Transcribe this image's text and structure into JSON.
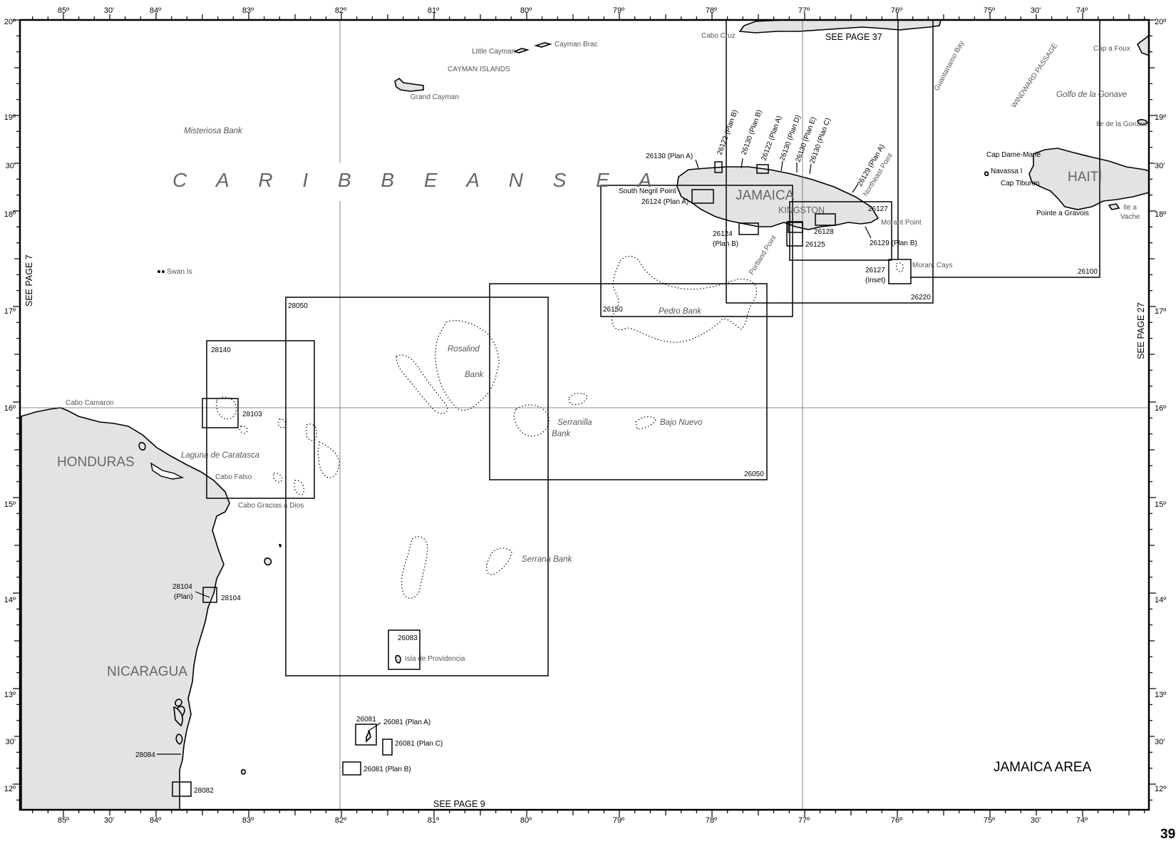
{
  "map_title": "JAMAICA AREA",
  "page_number": "39",
  "see_pages": {
    "left": "SEE PAGE 7",
    "right": "SEE PAGE 27",
    "top": "SEE PAGE 37",
    "bottom": "SEE PAGE 9"
  },
  "sea": "C A R I B B E A N   S E A",
  "countries": {
    "honduras": "HONDURAS",
    "nicaragua": "NICARAGUA",
    "jamaica": "JAMAICA",
    "haiti": "HAITI",
    "kingston": "KINGSTON"
  },
  "longitude_labels": [
    "85º",
    "30'",
    "84º",
    "83º",
    "82º",
    "81º",
    "80º",
    "79º",
    "78º",
    "77º",
    "76º",
    "75º",
    "30'",
    "74º"
  ],
  "latitude_labels": [
    "20º",
    "19º",
    "30'",
    "18º",
    "17º",
    "16º",
    "15º",
    "14º",
    "13º",
    "30'",
    "12º"
  ],
  "place_names": {
    "little_cayman": "Little Cayman",
    "cayman_brac": "Cayman Brac",
    "cayman_islands": "CAYMAN ISLANDS",
    "grand_cayman": "Grand Cayman",
    "cabo_cruz": "Cabo Cruz",
    "cap_a_foux": "Cap a Foux",
    "ile_de_la_gonave": "Ile de la Gonave",
    "cap_dame_marie": "Cap Dame-Marie",
    "navassa": "Navassa I",
    "cap_tiburon": "Cap Tiburon",
    "pointe_a_gravois": "Pointe a Gravois",
    "ile_a_vache_1": "Ile a",
    "ile_a_vache_2": "Vache",
    "south_negril": "South Negril Point",
    "morant_point": "Morant Point",
    "morant_cays": "Morant Cays",
    "northeast_point": "Northeast Point",
    "portland_point": "Portland Point",
    "swan_is": "Swan Is",
    "cabo_camaron": "Cabo Camaron",
    "cabo_falso": "Cabo Falso",
    "cabo_gracias": "Cabo Gracias a Dios",
    "isla_providencia": "Isla de Providencia"
  },
  "water_features": {
    "misteriosa": "Misteriosa Bank",
    "pedro": "Pedro Bank",
    "rosalind_1": "Rosalind",
    "rosalind_2": "Bank",
    "serranilla_1": "Serranilla",
    "serranilla_2": "Bank",
    "bajo_nuevo": "Bajo Nuevo",
    "serrana": "Serrana Bank",
    "laguna": "Laguna de Caratasca",
    "golfo_gonave": "Golfo de la Gonave",
    "windward": "WINDWARD PASSAGE",
    "guantanamo": "Guantanamo Bay"
  },
  "chart_labels": {
    "c28050": "28050",
    "c28140": "28140",
    "c28103": "28103",
    "c28104": "28104",
    "c28104_plan_1": "28104",
    "c28104_plan_2": "(Plan)",
    "c28084": "28084",
    "c28082": "28082",
    "c26083": "26083",
    "c26081": "26081",
    "c26081a": "26081 (Plan A)",
    "c26081c": "26081 (Plan C)",
    "c26081b": "26081 (Plan B)",
    "c26050": "26050",
    "c26150": "26150",
    "c26220": "26220",
    "c26100": "26100",
    "c26127": "26127",
    "c26127_inset_1": "26127",
    "c26127_inset_2": "(Inset)",
    "c26124a": "26124 (Plan A)",
    "c26124b_1": "26124",
    "c26124b_2": "(Plan B)",
    "c26125": "26125",
    "c26128": "26128",
    "c26129b": "26129 (Plan B)",
    "c26130a": "26130 (Plan A)",
    "c26122b": "26122 (Plan B)",
    "c26130b": "26130 (Plan B)",
    "c26122a": "26122 (Plan A)",
    "c26130d": "26130 (Plan D)",
    "c26130e": "26130 (Plan E)",
    "c26130c": "26130 (Plan C)",
    "c26129a": "26129 (Plan A)"
  }
}
